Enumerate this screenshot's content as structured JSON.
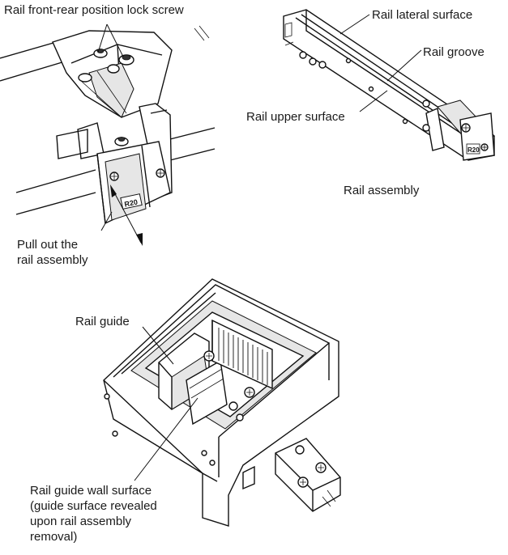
{
  "labels": {
    "lock_screw": "Rail front-rear position lock screw",
    "rail_lateral": "Rail lateral surface",
    "rail_groove": "Rail groove",
    "rail_upper": "Rail upper surface",
    "rail_assembly": "Rail assembly",
    "pull_out": [
      "Pull out the",
      "rail assembly"
    ],
    "rail_guide": "Rail guide",
    "guide_wall": [
      "Rail guide wall surface",
      "(guide surface revealed",
      "upon rail assembly",
      "removal)"
    ]
  },
  "markings": {
    "rail_tag_left": "R20",
    "rail_tag_right": "R20"
  }
}
